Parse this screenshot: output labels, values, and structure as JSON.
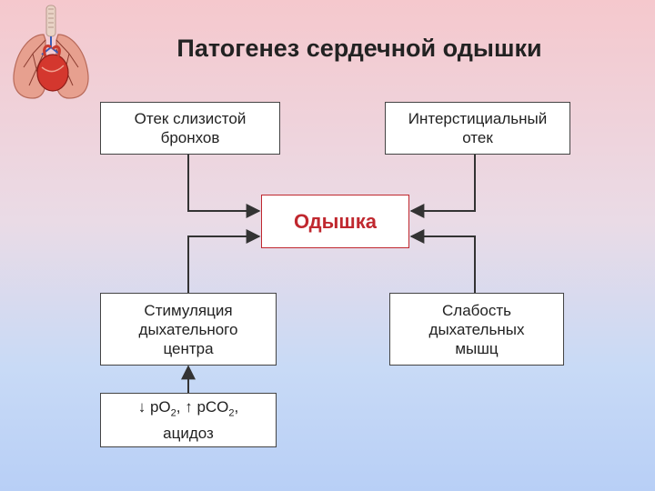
{
  "title": "Патогенез сердечной одышки",
  "nodes": {
    "top_left": [
      "Отек слизистой",
      "бронхов"
    ],
    "top_right": [
      "Интерстициальный",
      "отек"
    ],
    "center": "Одышка",
    "mid_left": [
      "Стимуляция",
      "дыхательного",
      "центра"
    ],
    "mid_right": [
      "Слабость",
      "дыхательных",
      "мышц"
    ],
    "bottom_left": {
      "arrow_down": "↓",
      "po2_prefix": "pO",
      "po2_sub": "2",
      "sep": ", ",
      "arrow_up": "↑",
      "pco2_prefix": "pCO",
      "pco2_sub": "2",
      "suffix": ",",
      "line2": "ацидоз"
    }
  },
  "colors": {
    "accent": "#c0282f",
    "line": "#333333",
    "box_border": "#444444"
  },
  "icons": [
    "lungs-heart-illustration"
  ]
}
